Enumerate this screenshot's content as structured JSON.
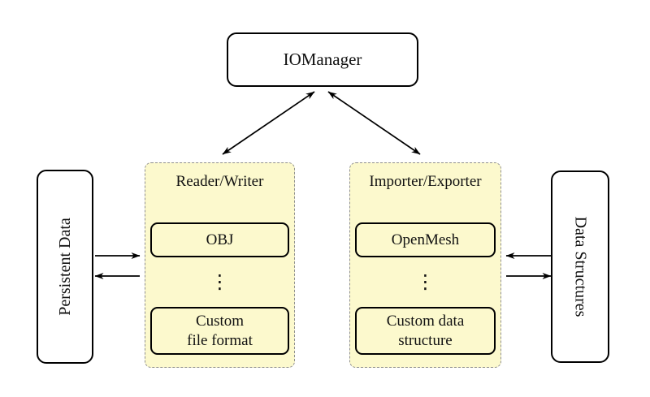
{
  "nodes": {
    "iomanager": "IOManager",
    "persistent_data": "Persistent Data",
    "data_structures": "Data Structures"
  },
  "groups": [
    {
      "title": "Reader/Writer",
      "top_item": "OBJ",
      "ellipsis": "⋮",
      "bottom_item_line1": "Custom",
      "bottom_item_line2": "file format"
    },
    {
      "title": "Importer/Exporter",
      "top_item": "OpenMesh",
      "ellipsis": "⋮",
      "bottom_item_line1": "Custom data",
      "bottom_item_line2": "structure"
    }
  ],
  "colors": {
    "group_fill": "#FCF9CD",
    "group_border": "#8F8F8F",
    "node_border": "#000000",
    "node_fill": "#FFFFFF",
    "arrow": "#000000"
  }
}
